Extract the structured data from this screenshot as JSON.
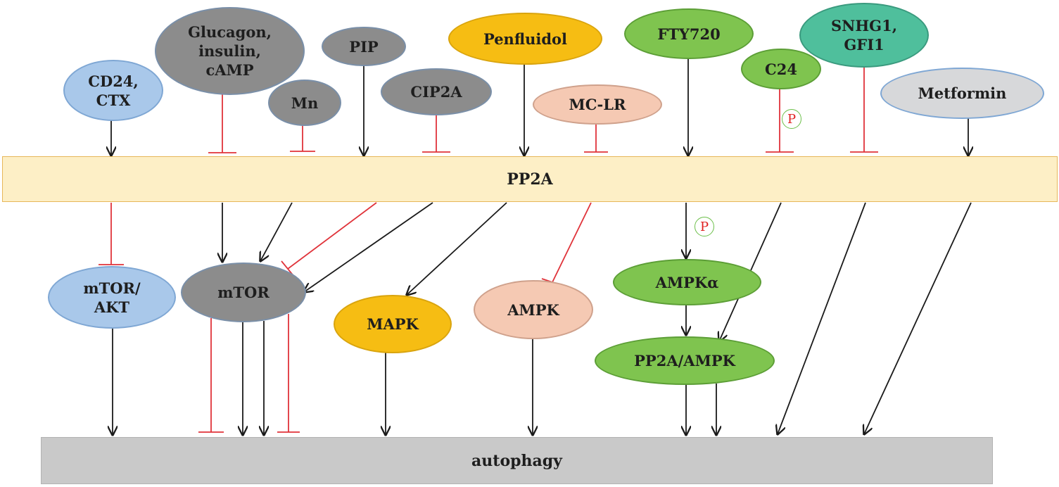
{
  "pp2a": "PP2A",
  "autophagy": "autophagy",
  "phospho_mark": "P",
  "regulators": {
    "cd24_ctx": "CD24,\nCTX",
    "glucagon": "Glucagon,\ninsulin,\ncAMP",
    "mn": "Mn",
    "pip": "PIP",
    "cip2a": "CIP2A",
    "penfluidol": "Penfluidol",
    "mclr": "MC-LR",
    "fty720": "FTY720",
    "c24": "C24",
    "snhg1_gfi1": "SNHG1,\nGFI1",
    "metformin": "Metformin"
  },
  "effectors": {
    "mtor_akt": "mTOR/\nAKT",
    "mtor": "mTOR",
    "mapk": "MAPK",
    "ampk": "AMPK",
    "ampk_alpha": "AMPKα",
    "pp2a_ampk": "PP2A/AMPK"
  },
  "colors": {
    "activation": "#1a1a1a",
    "inhibition": "#e0333a",
    "pp2a_fill": "#fdefc6",
    "autophagy_fill": "#c9c9c9"
  }
}
